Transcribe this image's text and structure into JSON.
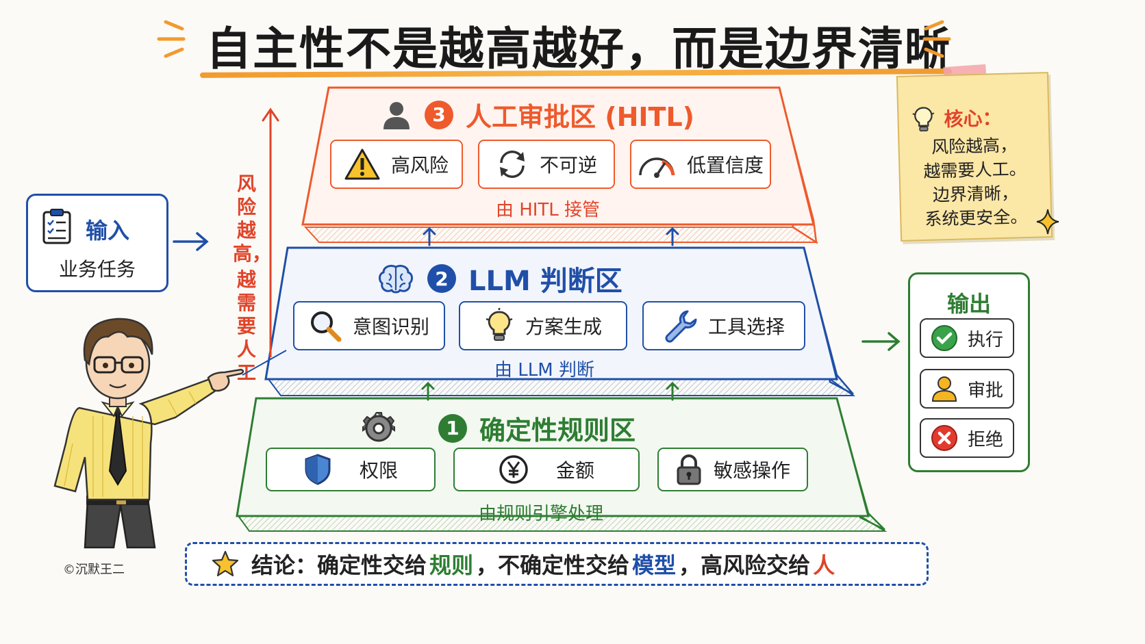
{
  "title": "自主性不是越高越好，而是边界清晰",
  "colors": {
    "orange": "#ee5a2c",
    "blue": "#1f4fa8",
    "green": "#2e7d32",
    "title_underline": "#f29a2e",
    "note_yellow": "#fbe7a6"
  },
  "input": {
    "title": "输入",
    "desc": "业务任务",
    "icon": "clipboard-checklist-icon"
  },
  "side_label": {
    "line1": "风险越高，",
    "line2": "越需要人工"
  },
  "tiers": {
    "top": {
      "number": "3",
      "title": "人工审批区 (HITL)",
      "icon": "person-icon",
      "chips": [
        {
          "label": "高风险",
          "icon": "warning-icon"
        },
        {
          "label": "不可逆",
          "icon": "cycle-arrows-icon"
        },
        {
          "label": "低置信度",
          "icon": "gauge-icon"
        }
      ],
      "footer": "由 HITL 接管"
    },
    "middle": {
      "number": "2",
      "title": "LLM 判断区",
      "icon": "brain-icon",
      "chips": [
        {
          "label": "意图识别",
          "icon": "magnifier-icon"
        },
        {
          "label": "方案生成",
          "icon": "lightbulb-icon"
        },
        {
          "label": "工具选择",
          "icon": "wrench-icon"
        }
      ],
      "footer": "由 LLM 判断"
    },
    "bottom": {
      "number": "1",
      "title": "确定性规则区",
      "icon": "gear-icon",
      "chips": [
        {
          "label": "权限",
          "icon": "shield-icon"
        },
        {
          "label": "金额",
          "icon": "yen-coin-icon"
        },
        {
          "label": "敏感操作",
          "icon": "lock-icon"
        }
      ],
      "footer": "由规则引擎处理"
    }
  },
  "output": {
    "title": "输出",
    "items": [
      {
        "label": "执行",
        "icon": "check-circle-icon"
      },
      {
        "label": "审批",
        "icon": "person-icon"
      },
      {
        "label": "拒绝",
        "icon": "x-circle-icon"
      }
    ]
  },
  "note": {
    "heading": "核心：",
    "lines": [
      "风险越高，",
      "越需要人工。",
      "边界清晰，",
      "系统更安全。"
    ],
    "icon": "lightbulb-icon"
  },
  "conclusion": {
    "prefix": "结论：确定性交给",
    "rules": "规则",
    "middle": "，不确定性交给",
    "model": "模型",
    "tail": "，高风险交给",
    "human": "人",
    "icon": "star-icon"
  },
  "credit": "©沉默王二"
}
